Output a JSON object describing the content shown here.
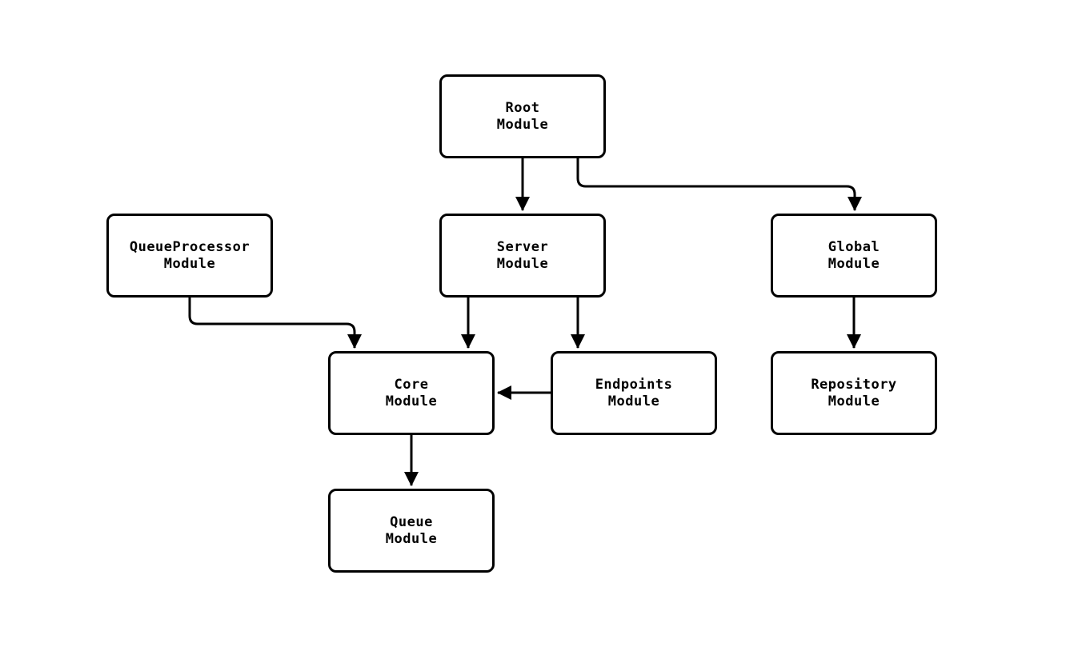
{
  "diagram": {
    "type": "module-dependency-graph",
    "background_color": "#ffffff",
    "stroke_color": "#000000",
    "text_color": "#000000",
    "nodes": {
      "root": {
        "label": "Root\nModule"
      },
      "queue_processor": {
        "label": "QueueProcessor\nModule"
      },
      "server": {
        "label": "Server\nModule"
      },
      "global": {
        "label": "Global\nModule"
      },
      "core": {
        "label": "Core\nModule"
      },
      "endpoints": {
        "label": "Endpoints\nModule"
      },
      "repository": {
        "label": "Repository\nModule"
      },
      "queue": {
        "label": "Queue\nModule"
      }
    },
    "edges": [
      {
        "from": "Root Module",
        "to": "Server Module"
      },
      {
        "from": "Root Module",
        "to": "Global Module"
      },
      {
        "from": "QueueProcessor Module",
        "to": "Core Module"
      },
      {
        "from": "Server Module",
        "to": "Core Module"
      },
      {
        "from": "Server Module",
        "to": "Endpoints Module"
      },
      {
        "from": "Endpoints Module",
        "to": "Core Module"
      },
      {
        "from": "Global Module",
        "to": "Repository Module"
      },
      {
        "from": "Core Module",
        "to": "Queue Module"
      }
    ]
  }
}
